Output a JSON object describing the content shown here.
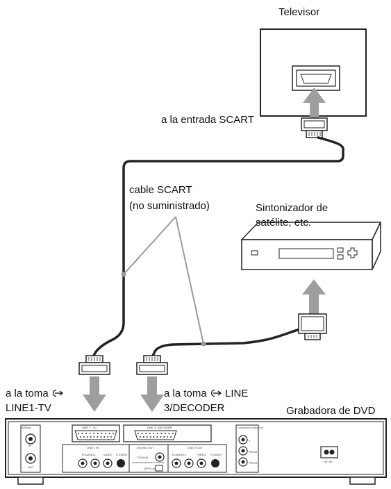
{
  "devices": {
    "tv": "Televisor",
    "satellite_line1": "Sintonizador de",
    "satellite_line2": "satélite, etc.",
    "recorder": "Grabadora de DVD"
  },
  "labels": {
    "scart_input": "a la entrada SCART",
    "cable_line1": "cable SCART",
    "cable_line2": "(no suministrado)",
    "line1_prefix": "a la toma",
    "line1_suffix": "LINE1-TV",
    "line3_prefix": "a la toma",
    "line3_mid": "LINE",
    "line3_suffix": "3/DECODER"
  },
  "panel": {
    "aerial": "AERIAL",
    "in": "IN",
    "out": "OUT",
    "line1_tv": "LINE 1 - TV",
    "line3_decoder": "LINE 3 / DECODER",
    "line4_in": "LINE 4 IN",
    "digital_out": "DIGITAL OUT",
    "line2_out": "LINE 2 OUT",
    "component_out": "COMPONENT VIDEO OUT",
    "audio": "R-AUDIO-L",
    "video": "VIDEO",
    "svideo": "S VIDEO",
    "coaxial": "COAXIAL",
    "optical": "OPTICAL",
    "pcm": "PCM/DTS/MPEG/DOLBY DIGITAL",
    "y": "Y",
    "pb": "PB/CB",
    "pr": "PR/CR",
    "ac_in": "~ AC IN"
  },
  "colors": {
    "arrow": "#9e9e9e",
    "cable": "#222222",
    "pointer": "#9a9a9a"
  },
  "icons": [
    "scart-input-icon"
  ]
}
